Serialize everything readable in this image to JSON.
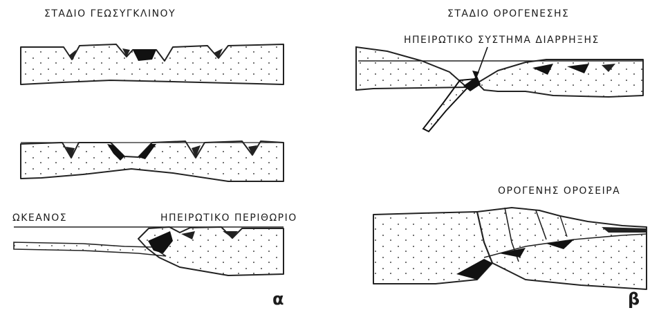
{
  "left": {
    "title": "ΣΤΑΔΙΟ ΓΕΩΣΥΓΚΛΙΝΟΥ",
    "ocean_label": "ΩΚΕΑΝΟΣ",
    "margin_label": "ΗΠΕΙΡΩΤΙΚΟ ΠΕΡΙΘΩΡΙΟ",
    "panel_letter": "α"
  },
  "right": {
    "title": "ΣΤΑΔΙΟ ΟΡΟΓΕΝΕΣΗΣ",
    "rift_label": "ΗΠΕΙΡΩΤΙΚΟ ΣΥΣΤΗΜΑ ΔΙΑΡΡΗΞΗΣ",
    "orogen_label": "ΟΡΟΓΕΝΗΣ ΟΡΟΣΕΙΡΑ",
    "panel_letter": "β"
  }
}
